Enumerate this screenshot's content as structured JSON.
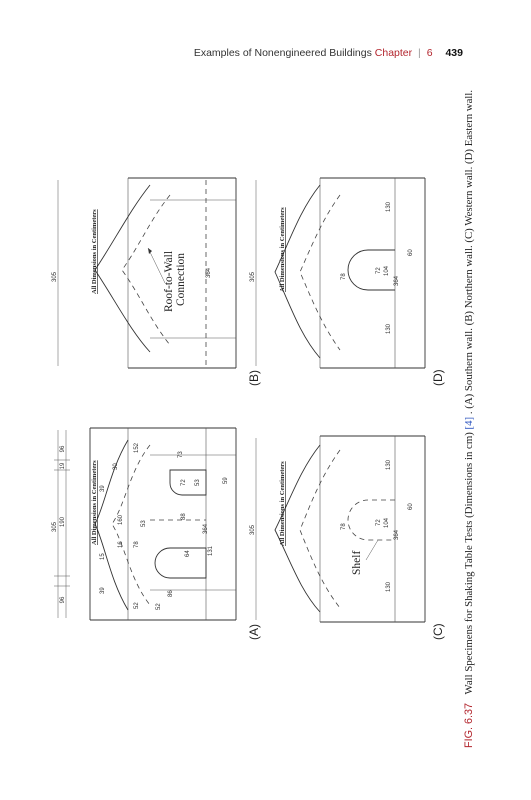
{
  "running_head": {
    "book_title": "Examples of Nonengineered Buildings",
    "chapter_label": "Chapter",
    "separator": "|",
    "chapter_number": "6",
    "page_number": "439"
  },
  "figure": {
    "header_note": "All Dimensions in Centimeters",
    "panel_labels": [
      "(A)",
      "(B)",
      "(C)",
      "(D)"
    ],
    "annotations": {
      "roof_to_wall_1": "Roof-to-Wall",
      "roof_to_wall_2": "Connection",
      "shelf": "Shelf"
    },
    "dims_A": {
      "d96a": "96",
      "d19": "19",
      "d190": "190",
      "d96b": "96",
      "total": "305",
      "d39a": "39",
      "d15": "15",
      "d16": "16",
      "d160": "160",
      "d30": "30",
      "d39b": "39",
      "d52a": "52",
      "d78": "78",
      "d53a": "53",
      "d152": "152",
      "d52b": "52",
      "d86": "86",
      "d64": "64",
      "d131": "131",
      "d88": "88",
      "d364": "364",
      "d72": "72",
      "d53b": "53",
      "d73": "73",
      "d59": "59"
    },
    "dims_B": {
      "total": "305",
      "d364": "364"
    },
    "dims_C": {
      "total": "305",
      "d130a": "130",
      "d78": "78",
      "d72": "72",
      "d104": "104",
      "d364": "364",
      "d60": "60",
      "d130b": "130"
    },
    "dims_D": {
      "total": "305",
      "d130a": "130",
      "d78": "78",
      "d72": "72",
      "d104": "104",
      "d364": "364",
      "d60": "60",
      "d130b": "130"
    }
  },
  "caption": {
    "fig_label": "FIG. 6.37",
    "text_before_ref": "Wall Specimens for Shaking Table Tests (Dimensions in cm) ",
    "ref": "[4]",
    "text_after_ref": ". (A) Southern wall. (B) Northern wall. (C) Western wall. (D) Eastern wall."
  }
}
